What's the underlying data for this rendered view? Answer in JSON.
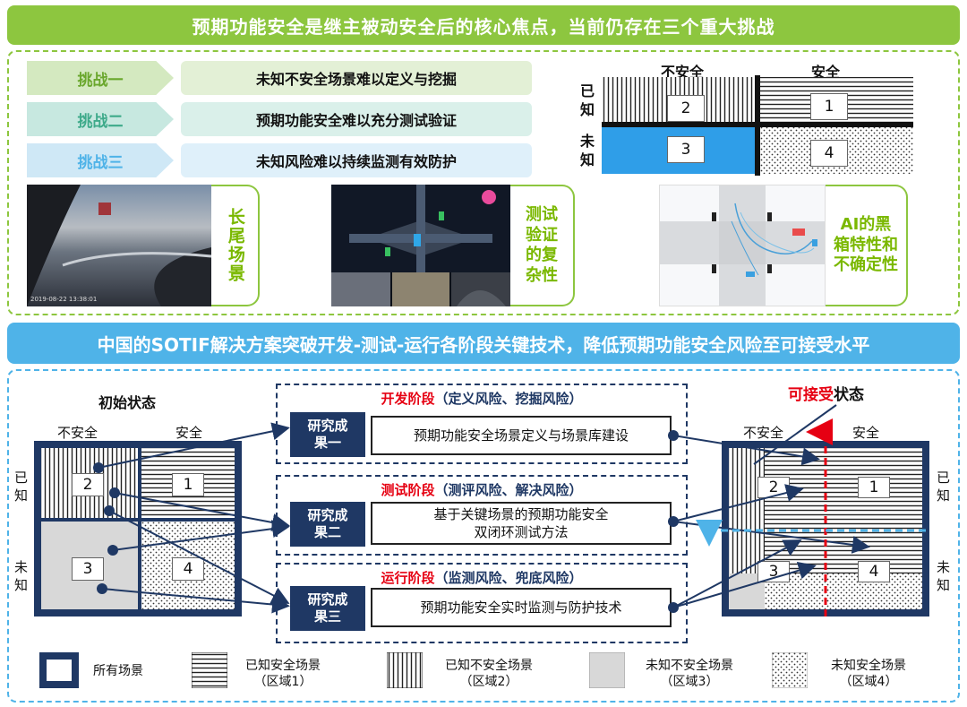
{
  "top_banner": "预期功能安全是继主被动安全后的核心焦点，当前仍存在三个重大挑战",
  "challenges": [
    {
      "label": "挑战一",
      "text": "未知不安全场景难以定义与挖掘"
    },
    {
      "label": "挑战二",
      "text": "预期功能安全难以充分测试验证"
    },
    {
      "label": "挑战三",
      "text": "未知风险难以持续监测有效防护"
    }
  ],
  "quadrant_top": {
    "col_unsafe": "不安全",
    "col_safe": "安全",
    "row_known": "已知",
    "row_unknown": "未知",
    "cells": [
      "1",
      "2",
      "3",
      "4"
    ]
  },
  "photos": [
    {
      "tag": "长尾场景",
      "stamp": "2019-08-22 13:38:01"
    },
    {
      "tag": "测试验证的复杂性"
    },
    {
      "tag": "AI的黑箱特性和不确定性"
    }
  ],
  "mid_banner": "中国的SOTIF解决方案突破开发-测试-运行各阶段关键技术，降低预期功能安全风险至可接受水平",
  "initial": {
    "title": "初始状态",
    "col_unsafe": "不安全",
    "col_safe": "安全",
    "row_known": "已知",
    "row_unknown": "未知",
    "cells": [
      "1",
      "2",
      "3",
      "4"
    ]
  },
  "stages": [
    {
      "name": "开发阶段",
      "paren": "（定义风险、挖掘风险）",
      "result": "研究成果一",
      "text": "预期功能安全场景定义与场景库建设"
    },
    {
      "name": "测试阶段",
      "paren": "（测评风险、解决风险）",
      "result": "研究成果二",
      "text_line1": "基于关键场景的预期功能安全",
      "text_line2": "双闭环测试方法"
    },
    {
      "name": "运行阶段",
      "paren": "（监测风险、兜底风险）",
      "result": "研究成果三",
      "text": "预期功能安全实时监测与防护技术"
    }
  ],
  "final": {
    "title_red": "可接受",
    "title_black": "状态",
    "col_unsafe": "不安全",
    "col_safe": "安全",
    "row_known": "已知",
    "row_unknown": "未知",
    "cells": [
      "1",
      "2",
      "3",
      "4"
    ]
  },
  "legend": [
    {
      "label": "所有场景",
      "sub": ""
    },
    {
      "label": "已知安全场景",
      "sub": "（区域1）"
    },
    {
      "label": "已知不安全场景",
      "sub": "（区域2）"
    },
    {
      "label": "未知不安全场景",
      "sub": "（区域3）"
    },
    {
      "label": "未知安全场景",
      "sub": "（区域4）"
    }
  ],
  "colors": {
    "green": "#8dc63f",
    "blue": "#4fb3e8",
    "navy": "#1f3864",
    "red": "#e60012"
  }
}
